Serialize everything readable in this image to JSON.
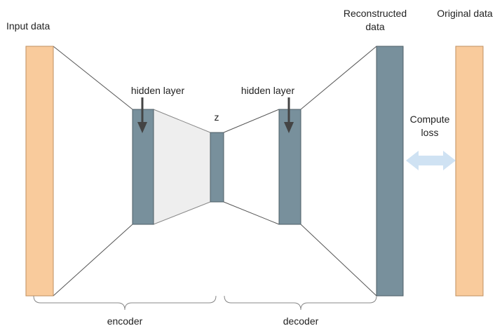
{
  "labels": {
    "input": "Input data",
    "reconstructed_line1": "Reconstructed",
    "reconstructed_line2": "data",
    "original": "Original data",
    "hidden_left": "hidden layer",
    "hidden_right": "hidden layer",
    "z": "z",
    "compute_line1": "Compute",
    "compute_line2": "loss",
    "encoder": "encoder",
    "decoder": "decoder"
  },
  "colors": {
    "data_bar": "#F9CB9C",
    "data_bar_border": "#BF8F5F",
    "layer": "#78909C",
    "layer_border": "#4E5E66",
    "bottleneck_fill": "#EEEEEE",
    "line": "#555555",
    "arrow": "#444444",
    "loss_arrow": "#CFE2F3",
    "brace": "#888888"
  }
}
